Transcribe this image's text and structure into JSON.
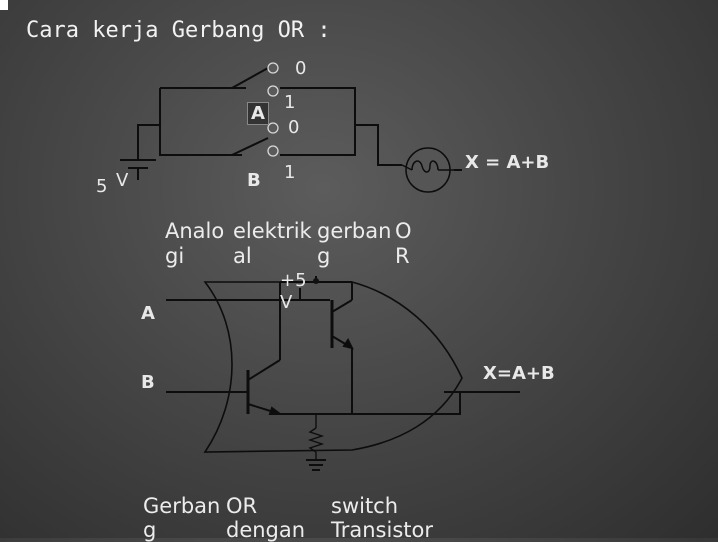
{
  "slide": {
    "title": "Cara kerja Gerbang OR :"
  },
  "top_diagram": {
    "switch_a_label": "A",
    "switch_b_label": "B",
    "pos_a_0": "0",
    "pos_a_1": "1",
    "pos_b_0": "0",
    "pos_b_1": "1",
    "battery_value": "5",
    "battery_unit": "V",
    "output_eq": "X = A+B"
  },
  "caption1": {
    "c1": "Analo",
    "c1b": "gi",
    "c2": "elektrik",
    "c2b": "al",
    "c3": "gerban",
    "c3b": "g",
    "c4": "O",
    "c4b": "R"
  },
  "bottom_diagram": {
    "input_a": "A",
    "input_b": "B",
    "supply_value": "+5",
    "supply_unit": "V",
    "output_eq": "X=A+B"
  },
  "caption2": {
    "w1": "Gerban",
    "w1b": "g",
    "w2": "OR",
    "w2b": "dengan",
    "w3": "switch",
    "w3b": "Transistor"
  }
}
